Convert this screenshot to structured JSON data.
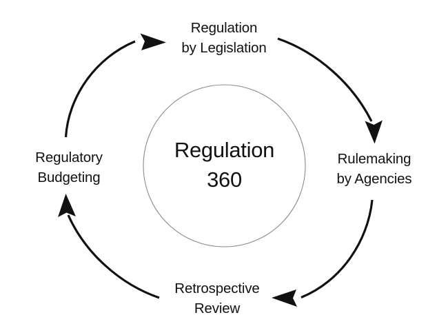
{
  "diagram": {
    "type": "cycle",
    "title": "Regulation 360",
    "center": {
      "line1": "Regulation",
      "line2": "360"
    },
    "nodes": [
      {
        "id": "regulation-by-legislation",
        "position": "top",
        "line1": "Regulation",
        "line2": "by Legislation"
      },
      {
        "id": "rulemaking-by-agencies",
        "position": "right",
        "line1": "Rulemaking",
        "line2": "by Agencies"
      },
      {
        "id": "retrospective-review",
        "position": "bottom",
        "line1": "Retrospective",
        "line2": "Review"
      },
      {
        "id": "regulatory-budgeting",
        "position": "left",
        "line1": "Regulatory",
        "line2": "Budgeting"
      }
    ],
    "arrows": [
      {
        "id": "arrow-left-to-top",
        "from": "regulatory-budgeting",
        "to": "regulation-by-legislation",
        "direction": "clockwise"
      },
      {
        "id": "arrow-top-to-right",
        "from": "regulation-by-legislation",
        "to": "rulemaking-by-agencies",
        "direction": "clockwise"
      },
      {
        "id": "arrow-right-to-bottom",
        "from": "rulemaking-by-agencies",
        "to": "retrospective-review",
        "direction": "clockwise"
      },
      {
        "id": "arrow-bottom-to-left",
        "from": "retrospective-review",
        "to": "regulatory-budgeting",
        "direction": "clockwise"
      }
    ],
    "colors": {
      "background": "#ffffff",
      "text": "#111111",
      "arrow": "#111111",
      "circle_stroke": "#8a8a8a"
    }
  }
}
